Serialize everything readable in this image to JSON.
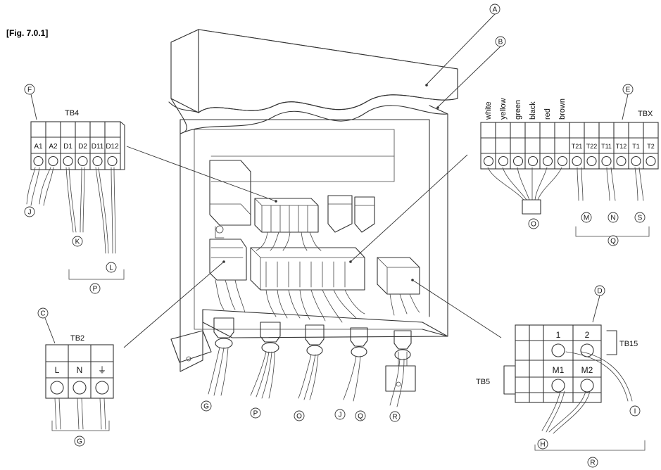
{
  "figure": {
    "title": "[Fig. 7.0.1]"
  },
  "callouts": {
    "A": "A",
    "B": "B",
    "C": "C",
    "D": "D",
    "E": "E",
    "F": "F",
    "G": "G",
    "H": "H",
    "I": "I",
    "J": "J",
    "K": "K",
    "L": "L",
    "M": "M",
    "N": "N",
    "O": "O",
    "P": "P",
    "Q": "Q",
    "R": "R",
    "S": "S"
  },
  "tb4": {
    "name": "TB4",
    "terminals": [
      "A1",
      "A2",
      "D1",
      "D2",
      "D11",
      "D12"
    ]
  },
  "tb2": {
    "name": "TB2",
    "terminals": [
      "L",
      "N",
      "⏚"
    ]
  },
  "tbx": {
    "name": "TBX",
    "wire_colors": [
      "white",
      "yellow",
      "green",
      "black",
      "red",
      "brown"
    ],
    "terminals": [
      "T21",
      "T22",
      "T11",
      "T12",
      "T1",
      "T2"
    ]
  },
  "tb15": {
    "name": "TB15",
    "terminals": [
      "1",
      "2"
    ]
  },
  "tb5": {
    "name": "TB5",
    "terminals": [
      "M1",
      "M2"
    ]
  }
}
